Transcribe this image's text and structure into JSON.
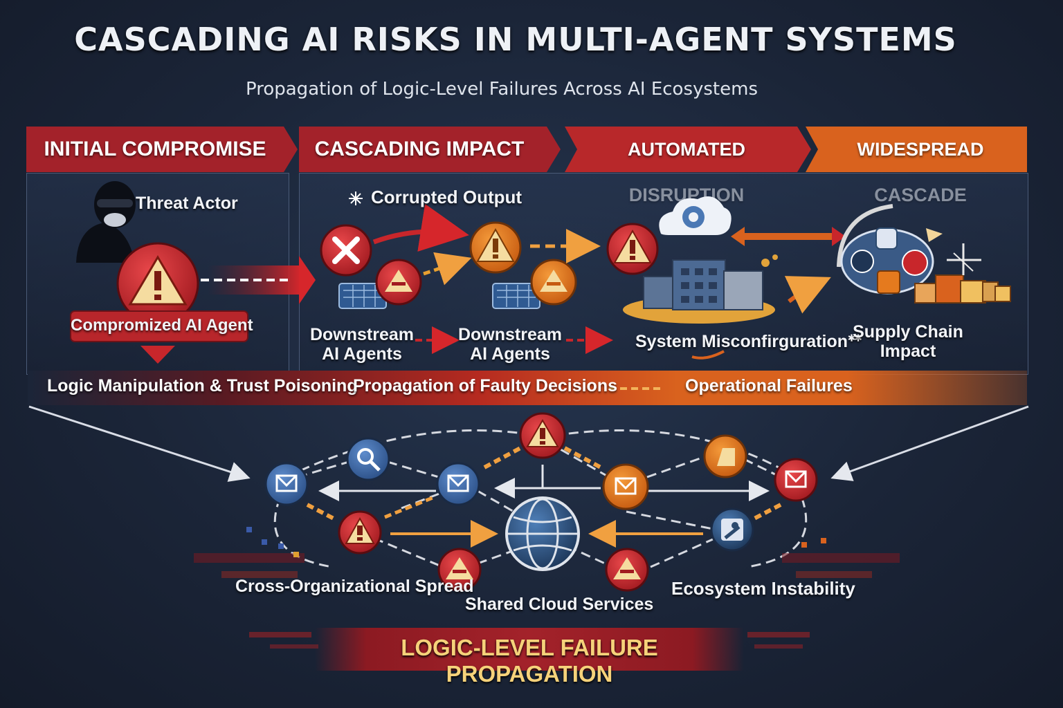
{
  "title": "CASCADING AI RISKS IN MULTI-AGENT SYSTEMS",
  "subtitle": "Propagation of Logic-Level Failures Across AI Ecosystems",
  "stages": [
    {
      "label": "INITIAL COMPROMISE",
      "color": "#a3222a"
    },
    {
      "label": "CASCADING IMPACT",
      "color": "#a3222a"
    },
    {
      "label": "AUTOMATED DISRUPTION",
      "color": "#b8282a"
    },
    {
      "label": "WIDESPREAD CASCADE",
      "color": "#d9621e"
    }
  ],
  "panel1": {
    "threat_actor": "Threat Actor",
    "agent": "Compromized AI Agent"
  },
  "panel2": {
    "corrupted_output": "Corrupted Output",
    "downstream_1": "Downstream\nAI Agents",
    "downstream_2": "Downstream\nAI Agents",
    "misconfiguration": "System Misconfirgurationᕯ",
    "supply_chain": "Supply Chain\nImpact"
  },
  "flow_banner": [
    "Logic Manipulation & Trust Poisoning",
    "Propagation of Faulty Decisions",
    "Operational Failures"
  ],
  "network": {
    "left_label": "Cross-Organizational Spread",
    "center_label": "Shared Cloud Services",
    "right_label": "Ecosystem Instability"
  },
  "footer": "LOGIC-LEVEL FAILURE PROPAGATION",
  "colors": {
    "red": "#c8262b",
    "orange": "#e57a1e",
    "blue": "#3a6aa8",
    "steel": "#2c4a6e",
    "background": "#1b2538"
  }
}
